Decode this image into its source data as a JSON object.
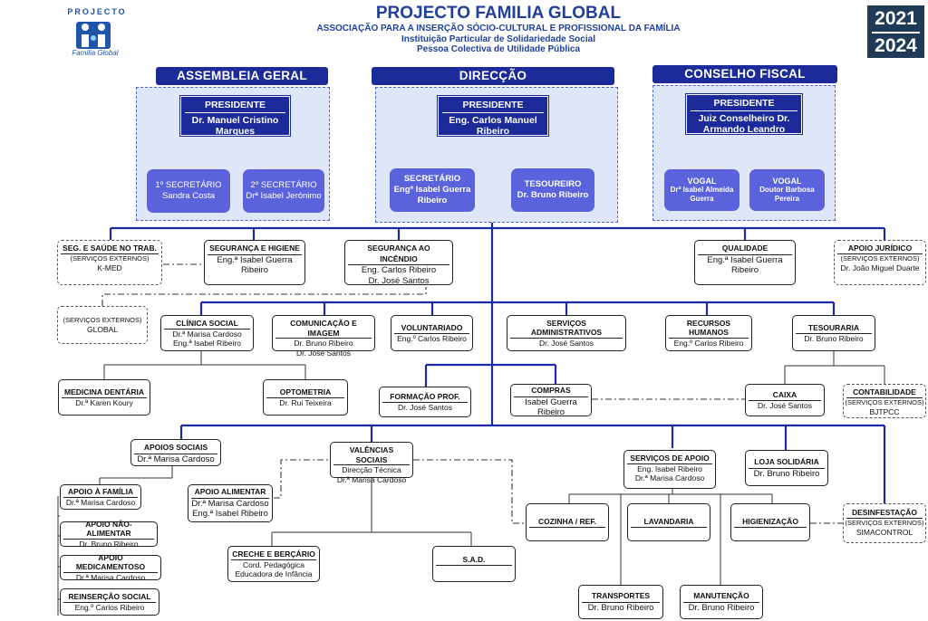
{
  "header": {
    "title": "PROJECTO FAMILIA GLOBAL",
    "subtitle": "ASSOCIAÇÃO PARA A INSERÇÃO SÓCIO-CULTURAL E PROFISSIONAL DA FAMÍLIA",
    "line2": "Instituição Particular de Solidariedade Social",
    "line3": "Pessoa Colectiva de Utilidade Pública",
    "year_start": "2021",
    "year_end": "2024"
  },
  "logo": {
    "top": "PROJECTO",
    "bottom": "Familia Global"
  },
  "assembleia": {
    "label": "ASSEMBLEIA GERAL",
    "president_title": "PRESIDENTE",
    "president_name": "Dr. Manuel Cristino Marques",
    "sec1_title": "1º SECRETÁRIO",
    "sec1_name": "Sandra Costa",
    "sec2_title": "2º SECRETÁRIO",
    "sec2_name": "Drª Isabel Jerónimo"
  },
  "direccao": {
    "label": "DIRECÇÃO",
    "president_title": "PRESIDENTE",
    "president_name": "Eng. Carlos Manuel Ribeiro",
    "sec_title": "SECRETÁRIO",
    "sec_name": "Engª Isabel Guerra Ribeiro",
    "tes_title": "TESOUREIRO",
    "tes_name": "Dr. Bruno Ribeiro"
  },
  "conselho": {
    "label": "CONSELHO FISCAL",
    "president_title": "PRESIDENTE",
    "president_name": "Juiz Conselheiro Dr. Armando Leandro",
    "vogal1_title": "VOGAL",
    "vogal1_name": "Drª Isabel Almeida Guerra",
    "vogal2_title": "VOGAL",
    "vogal2_name": "Doutor Barbosa Pereira"
  },
  "nodes": {
    "seg_saude": {
      "title": "SEG. E SAÚDE NO TRAB.",
      "sub": "(SERVIÇOS EXTERNOS)",
      "name": "K-MED"
    },
    "seg_higiene": {
      "title": "SEGURANÇA E HIGIENE",
      "name": "Eng.ª Isabel Guerra Ribeiro"
    },
    "seg_incendio": {
      "title": "SEGURANÇA AO INCÊNDIO",
      "name1": "Eng. Carlos Ribeiro",
      "name2": "Dr. José Santos"
    },
    "qualidade": {
      "title": "QUALIDADE",
      "name": "Eng.ª Isabel Guerra Ribeiro"
    },
    "apoio_juridico": {
      "title": "APOIO JURÍDICO",
      "sub": "(SERVIÇOS EXTERNOS)",
      "name": "Dr. João Miguel Duarte"
    },
    "global_ext": {
      "sub": "(SERVIÇOS EXTERNOS)",
      "name": "GLOBAL"
    },
    "clinica": {
      "title": "CLÍNICA SOCIAL",
      "name1": "Dr.ª Marisa Cardoso",
      "name2": "Eng.ª Isabel Ribeiro"
    },
    "comunicacao": {
      "title": "COMUNICAÇÃO E IMAGEM",
      "name1": "Dr. Bruno Ribeiro",
      "name2": "Dr. José Santos"
    },
    "voluntariado": {
      "title": "VOLUNTARIADO",
      "name": "Eng.º Carlos Ribeiro"
    },
    "serv_admin": {
      "title": "SERVIÇOS ADMINISTRATIVOS",
      "name": "Dr. José Santos"
    },
    "rh": {
      "title": "RECURSOS HUMANOS",
      "name": "Eng.º Carlos Ribeiro"
    },
    "tesouraria": {
      "title": "TESOURARIA",
      "name": "Dr. Bruno Ribeiro"
    },
    "medicina": {
      "title": "MEDICINA DENTÁRIA",
      "name": "Dr.ª Karen Koury"
    },
    "optometria": {
      "title": "OPTOMETRIA",
      "name": "Dr. Rui Teixeira"
    },
    "formacao": {
      "title": "FORMAÇÃO PROF.",
      "name": "Dr. José Santos"
    },
    "compras": {
      "title": "COMPRAS",
      "name": "Isabel Guerra Ribeiro"
    },
    "caixa": {
      "title": "CAIXA",
      "name": "Dr. José Santos"
    },
    "contabilidade": {
      "title": "CONTABILIDADE",
      "sub": "(SERVIÇOS EXTERNOS)",
      "name": "BJTPCC"
    },
    "apoios_sociais": {
      "title": "APOIOS SOCIAIS",
      "name": "Dr.ª Marisa Cardoso"
    },
    "valencias": {
      "title": "VALÊNCIAS SOCIAIS",
      "name1": "Direcção Técnica",
      "name2": "Dr.ª Marisa Cardoso"
    },
    "serv_apoio": {
      "title": "SERVIÇOS DE APOIO",
      "name1": "Eng. Isabel Ribeiro",
      "name2": "Dr.ª Marisa Cardoso"
    },
    "loja": {
      "title": "LOJA SOLIDÁRIA",
      "name": "Dr. Bruno Ribeiro"
    },
    "apoio_familia": {
      "title": "APOIO À FAMÍLIA",
      "name": "Dr.ª Marisa Cardoso"
    },
    "apoio_alimentar": {
      "title": "APOIO ALIMENTAR",
      "name1": "Dr.ª Marisa Cardoso",
      "name2": "Eng.ª Isabel Ribeiro"
    },
    "apoio_nao_alimentar": {
      "title": "APOIO NÃO-ALIMENTAR",
      "name": "Dr. Bruno Ribeiro"
    },
    "apoio_medicamentoso": {
      "title": "APOIO MEDICAMENTOSO",
      "name": "Dr.ª Marisa Cardoso"
    },
    "reinsercao": {
      "title": "REINSERÇÃO SOCIAL",
      "name": "Eng.º Carlos Ribeiro"
    },
    "creche": {
      "title": "CRECHE E BERÇÁRIO",
      "name1": "Cord. Pedagógica",
      "name2": "Educadora de Infância"
    },
    "sad": {
      "title": "S.A.D."
    },
    "cozinha": {
      "title": "COZINHA / REF."
    },
    "lavandaria": {
      "title": "LAVANDARIA"
    },
    "higienizacao": {
      "title": "HIGIENIZAÇÃO"
    },
    "desinfestacao": {
      "title": "DESINFESTAÇÃO",
      "sub": "(SERVIÇOS EXTERNOS)",
      "name": "SIMACONTROL"
    },
    "transportes": {
      "title": "TRANSPORTES",
      "name": "Dr. Bruno Ribeiro"
    },
    "manutencao": {
      "title": "MANUTENÇÃO",
      "name": "Dr. Bruno Ribeiro"
    }
  }
}
